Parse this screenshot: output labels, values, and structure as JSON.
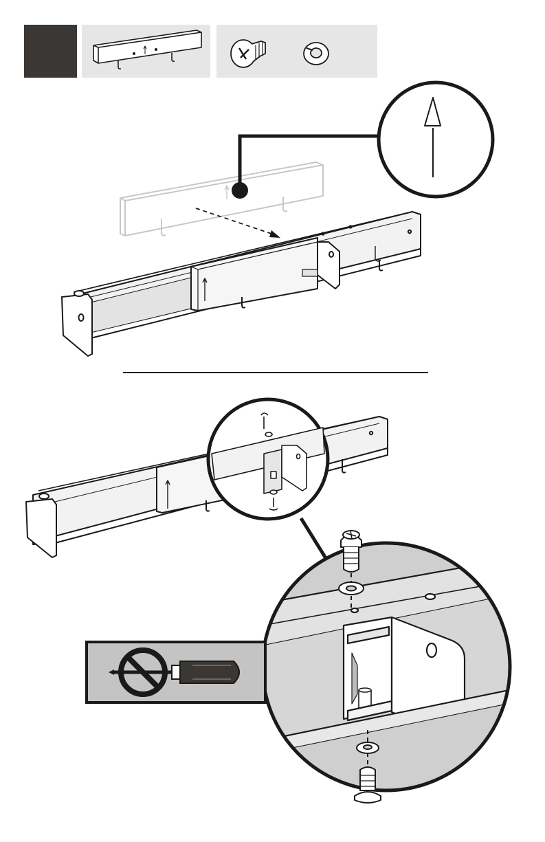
{
  "step_header": {
    "step_number": "",
    "parts_panel_color": "#e6e6e6",
    "step_box_color": "#3b3734",
    "parts": [
      {
        "name": "rail-part",
        "icon": "c-channel-rail-icon",
        "quantity": ""
      },
      {
        "name": "screw-part",
        "icon": "phillips-screw-icon",
        "quantity": ""
      },
      {
        "name": "washer-part",
        "icon": "split-lock-washer-icon",
        "quantity": ""
      }
    ]
  },
  "upper_illustration": {
    "detail_icon": "direction-arrow-icon",
    "callout_marker": "callout-dot-icon",
    "motion_hint": "dashed-insertion-arrow"
  },
  "lower_illustration": {
    "detail_icon": "screw-and-washer-assembly-icon",
    "warning": {
      "icon": "prohibited-screwdriver-icon",
      "meaning": "no-power-tools",
      "background": "#c4c4c4"
    },
    "zoom_background": "#cfcfcf"
  },
  "colors": {
    "ink": "#1a1a1a",
    "rail_light": "#f2f2f2",
    "rail_shadow": "#d9d9d9",
    "ghost": "#c8c8c8"
  }
}
